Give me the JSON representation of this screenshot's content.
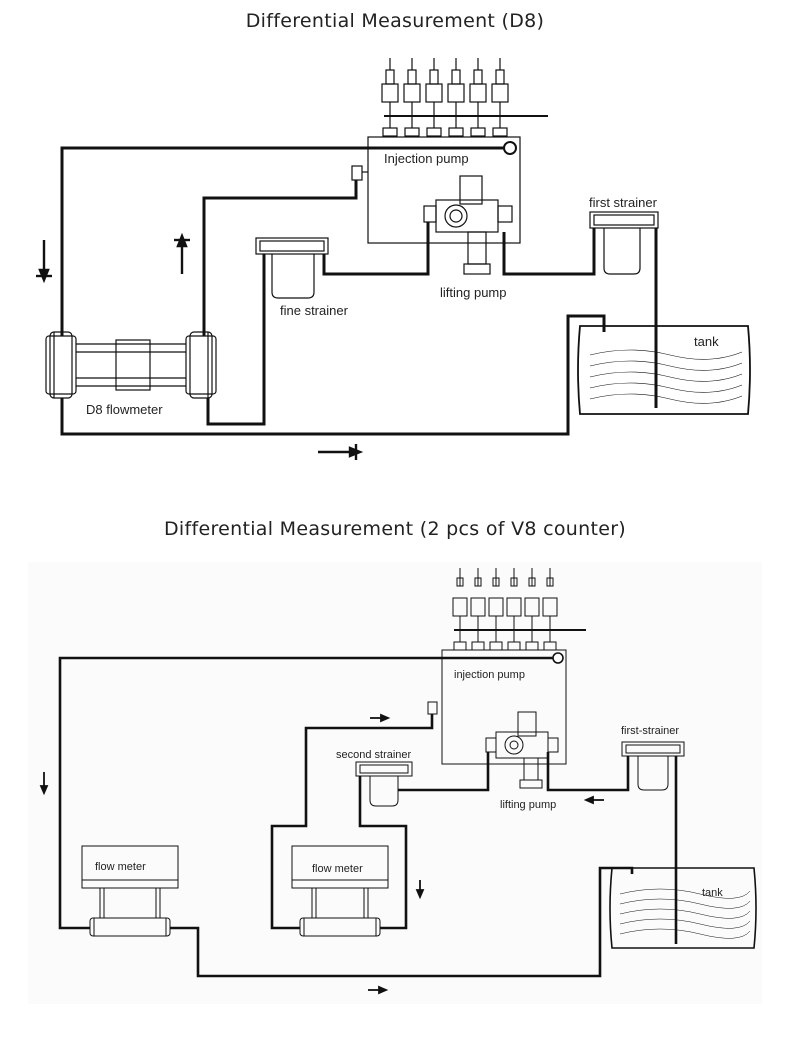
{
  "titles": {
    "d8": "Differential Measurement (D8)",
    "v8": "Differential Measurement (2 pcs of V8 counter)"
  },
  "d8_diagram": {
    "injection_pump": "Injection pump",
    "first_strainer": "first strainer",
    "fine_strainer": "fine strainer",
    "lifting_pump": "lifting pump",
    "tank": "tank",
    "flowmeter": "D8 flowmeter"
  },
  "v8_diagram": {
    "injection_pump": "injection pump",
    "first_strainer": "first-strainer",
    "second_strainer": "second strainer",
    "lifting_pump": "lifting pump",
    "tank": "tank",
    "flow_meter_left": "flow meter",
    "flow_meter_right": "flow meter"
  }
}
